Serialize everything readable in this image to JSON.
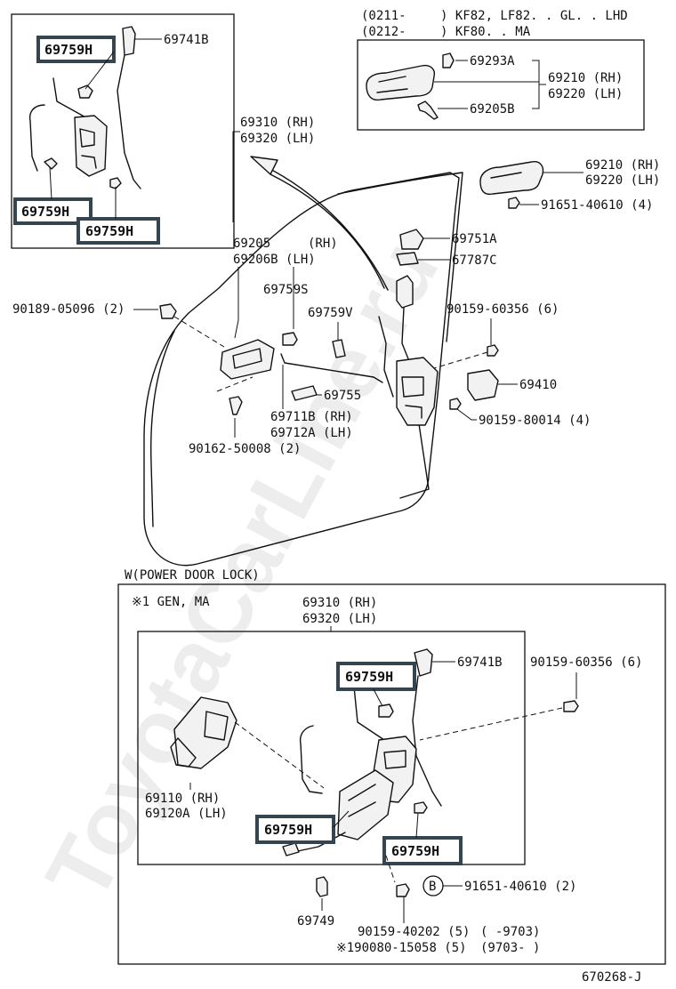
{
  "watermark": "ToyotaCarLine.ru",
  "diagram_id": "670268-J",
  "top_right_box": {
    "line1_code": "(0211-",
    "line1_text": ") KF82, LF82. . GL. . LHD",
    "line2_code": "(0212-",
    "line2_text": ") KF80. . MA",
    "parts": {
      "p69293A": "69293A",
      "p69205B": "69205B",
      "p69210": "69210 (RH)",
      "p69220": "69220 (LH)"
    }
  },
  "top_left_box": {
    "p69741B": "69741B",
    "h1": "69759H",
    "h2": "69759H",
    "h3": "69759H"
  },
  "main": {
    "p69310": "69310 (RH)",
    "p69320": "69320 (LH)",
    "p69210": "69210 (RH)",
    "p69220": "69220 (LH)",
    "p91651": "91651-40610 (4)",
    "p69751A": "69751A",
    "p67787C": "67787C",
    "p69205_a": "69205",
    "p69205_b": "(RH)",
    "p69206B": "69206B (LH)",
    "p69759S": "69759S",
    "p69759V": "69759V",
    "p90189": "90189-05096 (2)",
    "p90159_60356": "90159-60356 (6)",
    "p69410": "69410",
    "p69755": "69755",
    "p69711B": "69711B (RH)",
    "p69712A": "69712A (LH)",
    "p90159_80014": "90159-80014 (4)",
    "p90162": "90162-50008 (2)"
  },
  "power_lock": {
    "title": "W(POWER DOOR LOCK)",
    "note": "※1 GEN, MA",
    "p69310": "69310 (RH)",
    "p69320": "69320 (LH)",
    "p69741B": "69741B",
    "p90159_60356": "90159-60356 (6)",
    "h1": "69759H",
    "h2": "69759H",
    "h3": "69759H",
    "p69110": "69110   (RH)",
    "p69120A": "69120A (LH)",
    "circle_b": "B",
    "p91651": "91651-40610 (2)",
    "p69749": "69749",
    "p90159_40202": "90159-40202 (5)",
    "range1": "(      -9703)",
    "p190080": "※190080-15058 (5)",
    "range2": "(9703-       )"
  }
}
